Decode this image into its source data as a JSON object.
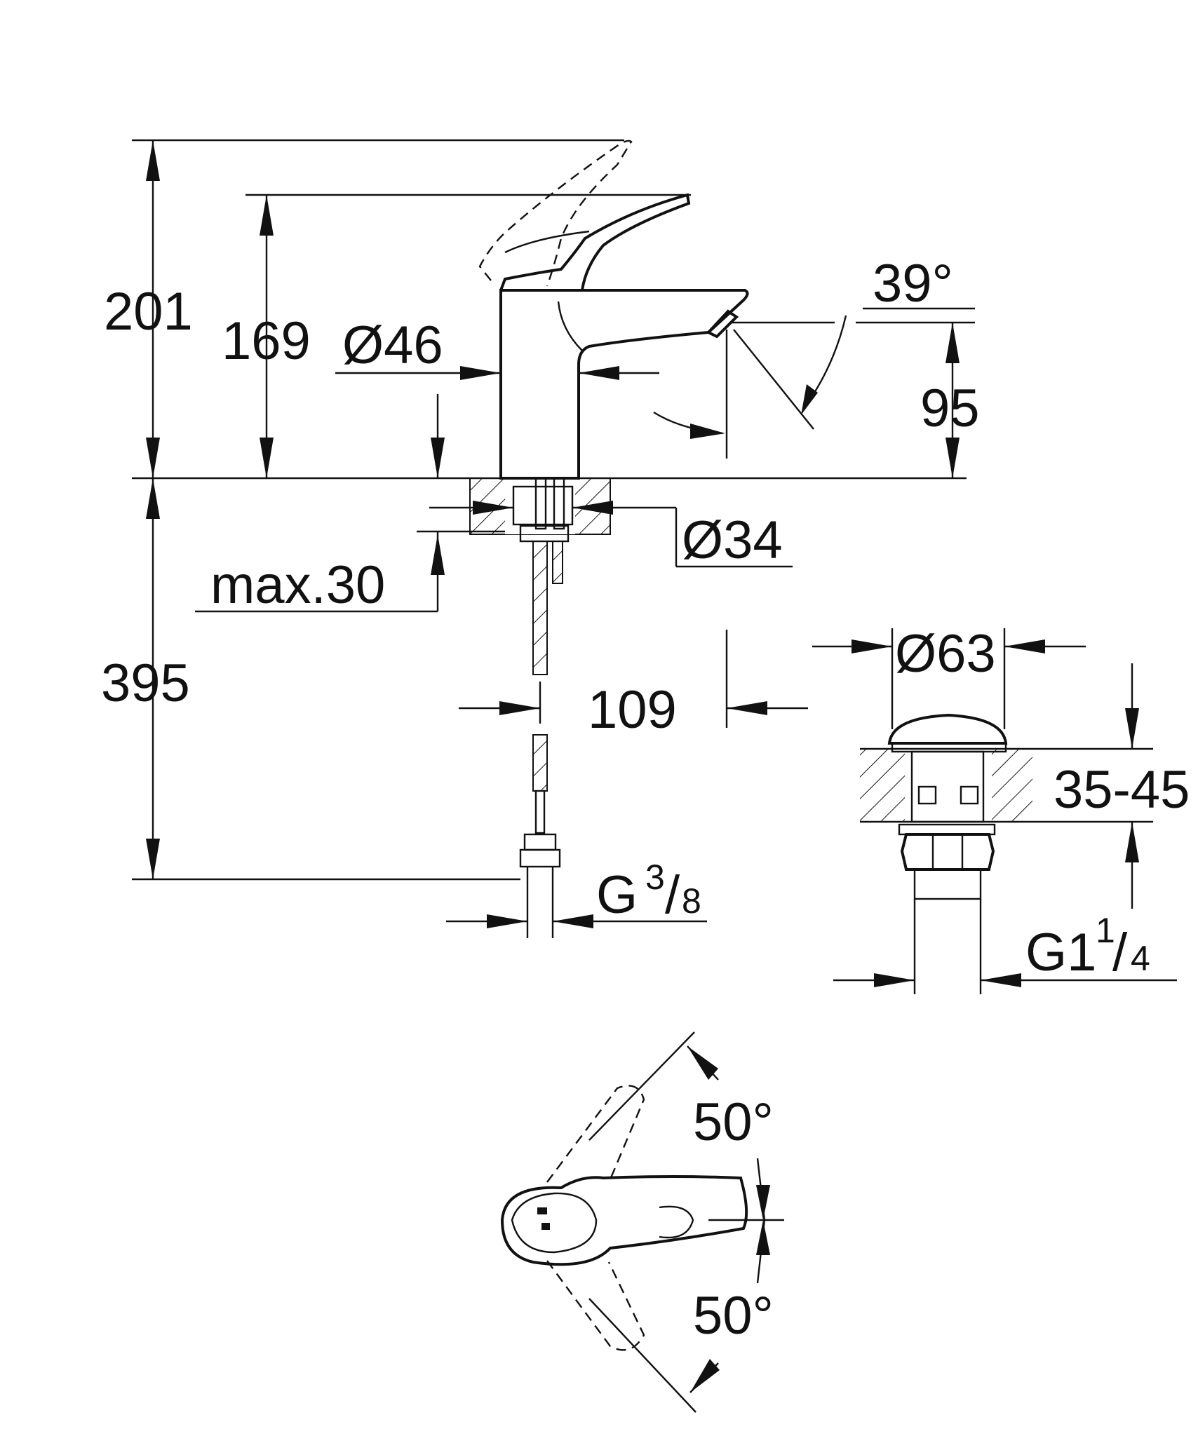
{
  "dimensions": {
    "overall_height": "201",
    "handle_height": "169",
    "body_diameter": "Ø46",
    "lever_angle": "39°",
    "spout_height": "95",
    "shank_diameter": "Ø34",
    "max_deck_thickness": "max.30",
    "hose_length": "395",
    "spout_reach": "109",
    "connection_main": "G",
    "connection_frac_num": "3",
    "connection_frac_den": "8",
    "waste_diameter": "Ø63",
    "waste_thickness": "35-45",
    "waste_thread_main": "G1",
    "waste_thread_frac_num": "1",
    "waste_thread_frac_den": "4",
    "rotation_left": "50°",
    "rotation_right": "50°"
  }
}
